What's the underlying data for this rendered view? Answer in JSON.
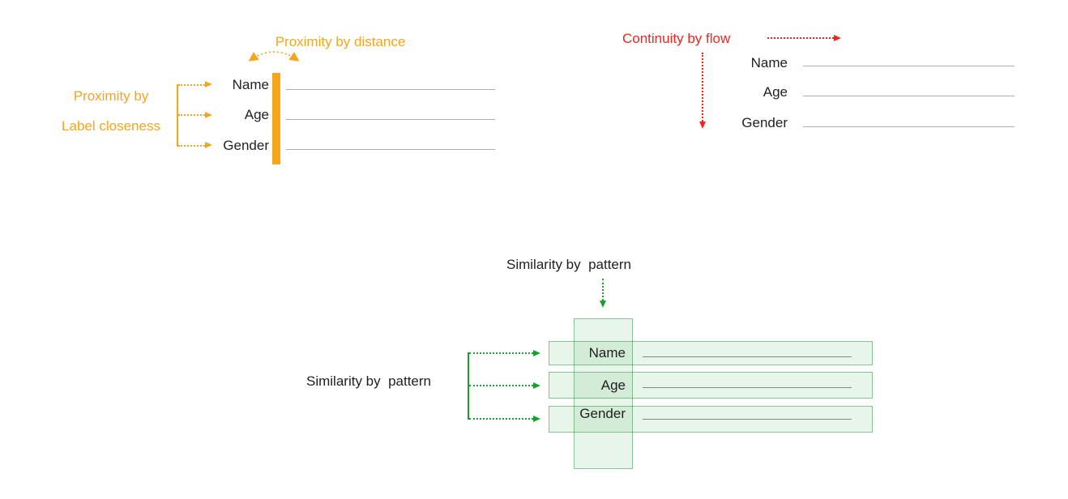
{
  "colors": {
    "orange": "#F7A51D",
    "red": "#F2251B",
    "green": "#1D9E31",
    "field_line_gray": "#AEAEAE",
    "text_dark": "#1F1F1F",
    "pattern_fill": "rgba(29,158,49,0.10)"
  },
  "proximity": {
    "distance_label": "Proximity by distance",
    "closeness_line1": "Proximity by",
    "closeness_line2": "Label closeness",
    "fields": [
      "Name",
      "Age",
      "Gender"
    ]
  },
  "continuity": {
    "title": "Continuity by flow",
    "fields": [
      "Name",
      "Age",
      "Gender"
    ]
  },
  "similarity": {
    "top_label": "Similarity by  pattern",
    "left_label": "Similarity by  pattern",
    "fields": [
      "Name",
      "Age",
      "Gender"
    ]
  }
}
